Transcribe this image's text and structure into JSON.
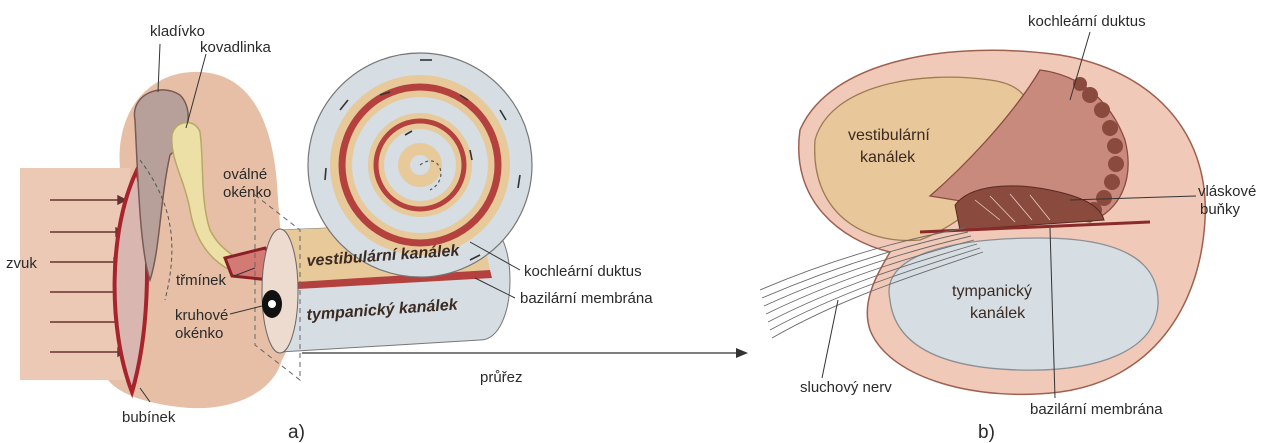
{
  "colors": {
    "skin": "#e8c0a8",
    "skin_light": "#f3d9c8",
    "canal_blue": "#d6dde3",
    "canal_tan": "#e7c99a",
    "membrane_red": "#a8242c",
    "duct_pink": "#c98a7e",
    "hair_cells": "#8a4a3e",
    "line": "#333333"
  },
  "panel_a": {
    "letter": "a)",
    "labels": {
      "hammer": "kladívko",
      "anvil": "kovadlinka",
      "oval_window_1": "oválné",
      "oval_window_2": "okénko",
      "sound": "zvuk",
      "stirrup": "třmínek",
      "round_window_1": "kruhové",
      "round_window_2": "okénko",
      "eardrum": "bubínek",
      "vestibular_canal": "vestibulární kanálek",
      "tympanic_canal": "tympanický kanálek",
      "cochlear_duct": "kochleární duktus",
      "basilar_membrane": "bazilární membrána"
    }
  },
  "cross_section": {
    "label": "průřez"
  },
  "panel_b": {
    "letter": "b)",
    "labels": {
      "cochlear_duct": "kochleární duktus",
      "vestibular_canal_1": "vestibulární",
      "vestibular_canal_2": "kanálek",
      "hair_cells_1": "vláskové",
      "hair_cells_2": "buňky",
      "tympanic_canal_1": "tympanický",
      "tympanic_canal_2": "kanálek",
      "auditory_nerve": "sluchový nerv",
      "basilar_membrane": "bazilární membrána"
    }
  }
}
